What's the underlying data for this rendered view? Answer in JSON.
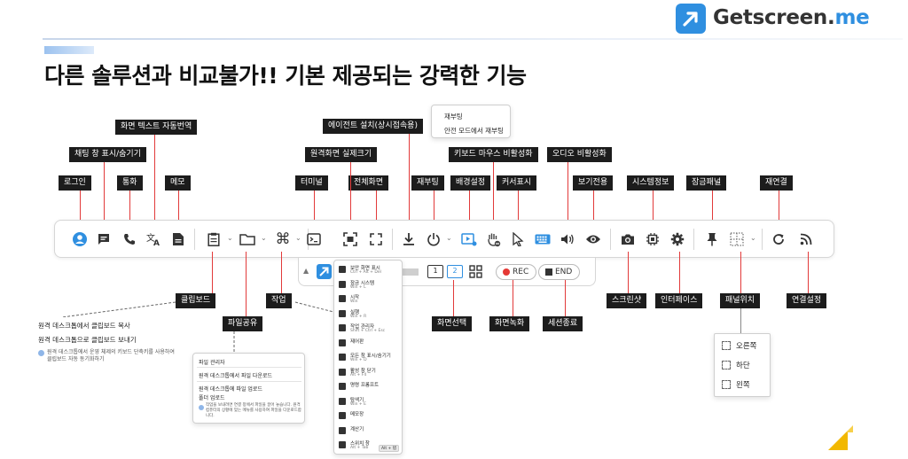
{
  "brand": {
    "name": "Getscreen",
    "dot": ".",
    "suffix": "me"
  },
  "title": "다른 솔루션과 비교불가!! 기본 제공되는 강력한 기능",
  "labels": {
    "text_translate": "화면 텍스트 자동번역",
    "chat_toggle": "채팅 창 표시/숨기기",
    "login": "로그인",
    "call": "통화",
    "memo": "메모",
    "agent_install": "에이전트 설치(상시접속용)",
    "resize": "원격화면 실제크기",
    "terminal": "터미널",
    "fullscreen": "전체화면",
    "reboot": "재부팅",
    "bg_settings": "배경설정",
    "disable_kb_mouse": "키보드 마우스 비활성화",
    "cursor": "커서표시",
    "disable_audio": "오디오 비활성화",
    "view_only": "보기전용",
    "sysinfo": "시스템정보",
    "lock_panel": "잠금패널",
    "reconnect": "재연결",
    "clipboard": "클립보드",
    "file_share": "파일공유",
    "actions": "작업",
    "screen_select": "화면선택",
    "record": "화면녹화",
    "end_session": "세션종료",
    "screenshot": "스크린샷",
    "interface": "인터페이스",
    "panel_pos": "패널위치",
    "conn_settings": "연결설정"
  },
  "reboot_menu": {
    "items": [
      "재부팅",
      "안전 모드에서 재부팅"
    ]
  },
  "clipboard_popup": {
    "items": [
      "원격 데스크톱에서 클립보드 복사",
      "원격 데스크톱으로 클립보드 보내기"
    ],
    "note": "원격 데스크톱에서 운영 체제의 키보드 단축키를 사용하여 클립보드 자동 동기화하기"
  },
  "file_popup": {
    "items": [
      "파일 관리자",
      "원격 데스크톱에서 파일 다운로드",
      "원격 데스크톱에 파일 업로드",
      "폴더 업로드"
    ],
    "note": "작업을 보내려면 연결 창에서 파일을 끌어 놓습니다. 원격 컴퓨터의 상황에 맞는 메뉴를 사용하여 파일을 다운로드합니다."
  },
  "actions_menu": {
    "items": [
      {
        "label": "보안 화면 표시",
        "shortcut": "Ctrl + Alt + Del"
      },
      {
        "label": "잠금 시스템",
        "shortcut": "Win + L"
      },
      {
        "label": "시작",
        "shortcut": "Win"
      },
      {
        "label": "실행",
        "shortcut": "Win + R"
      },
      {
        "label": "작업 관리자",
        "shortcut": "Shift + Ctrl + Esc"
      },
      {
        "label": "제어판",
        "shortcut": ""
      },
      {
        "label": "모든 창 표시/숨기기",
        "shortcut": "Win + D"
      },
      {
        "label": "활성 창 닫기",
        "shortcut": "Alt + F4"
      },
      {
        "label": "명령 프롬프트",
        "shortcut": ""
      },
      {
        "label": "탐색기",
        "shortcut": "Win + E"
      },
      {
        "label": "메모장",
        "shortcut": ""
      },
      {
        "label": "계산기",
        "shortcut": ""
      },
      {
        "label": "스위치 창",
        "shortcut": "Alt + Tab"
      }
    ],
    "switch_badge": "Alt + 탭"
  },
  "panel_popup": {
    "items": [
      "오른쪽",
      "하단",
      "왼쪽"
    ]
  },
  "bar2": {
    "screen1": "1",
    "screen2": "2",
    "rec": "REC",
    "end": "END"
  },
  "colors": {
    "accent": "#2f8fe0",
    "label_bg": "#1c1c1c",
    "connector": "#e23a3a",
    "rec": "#e53935"
  }
}
